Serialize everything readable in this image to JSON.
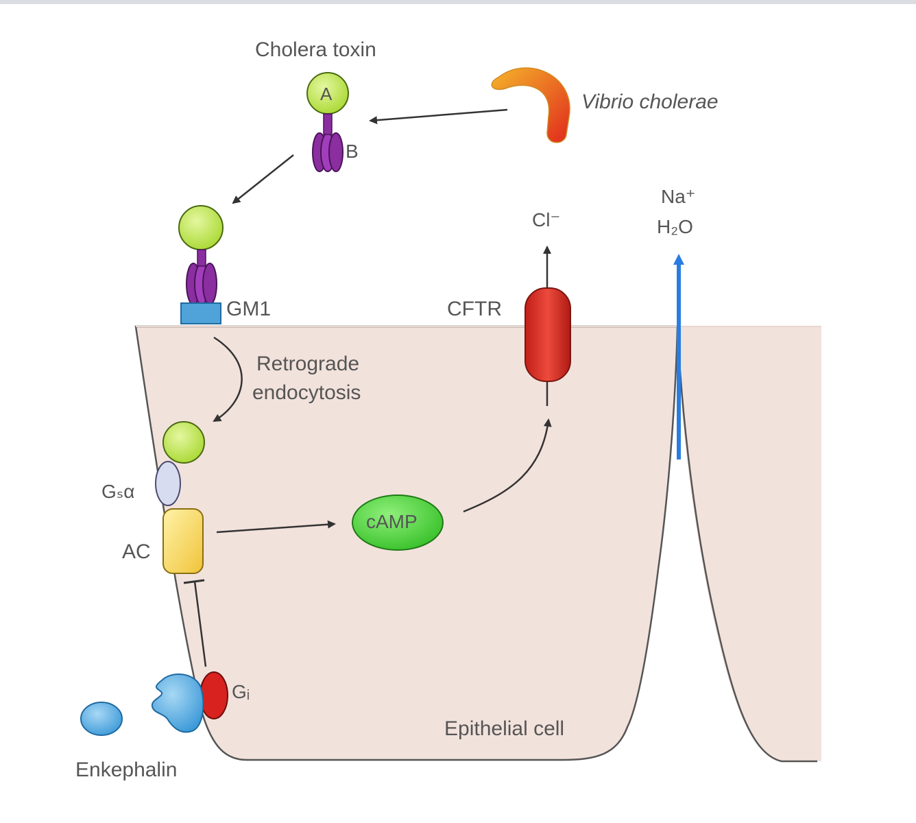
{
  "diagram": {
    "labels": {
      "cholera_toxin": "Cholera toxin",
      "subunit_a": "A",
      "subunit_b": "B",
      "vibrio": "Vibrio cholerae",
      "gm1": "GM1",
      "retrograde_line1": "Retrograde",
      "retrograde_line2": "endocytosis",
      "gs_alpha": "Gₛα",
      "ac": "AC",
      "camp": "cAMP",
      "cftr": "CFTR",
      "chloride": "Cl⁻",
      "sodium": "Na⁺",
      "water": "H₂O",
      "gi": "Gᵢ",
      "enkephalin": "Enkephalin",
      "epithelial_cell": "Epithelial cell"
    },
    "colors": {
      "cell_fill": "#f2e2dc",
      "cell_stroke": "#555555",
      "toxin_a": "#b8e04a",
      "toxin_b": "#8a2ea0",
      "gm1_receptor": "#4fa3d9",
      "gs_alpha": "#d8dcf0",
      "adenylate_cyclase": "#f7d25a",
      "camp": "#5ad14a",
      "cftr": "#d9332a",
      "gi": "#d8221f",
      "enkephalin": "#4fb0e8",
      "water_arrow": "#2a7de0",
      "vibrio_start": "#f5b52b",
      "vibrio_end": "#e02a1c"
    }
  }
}
